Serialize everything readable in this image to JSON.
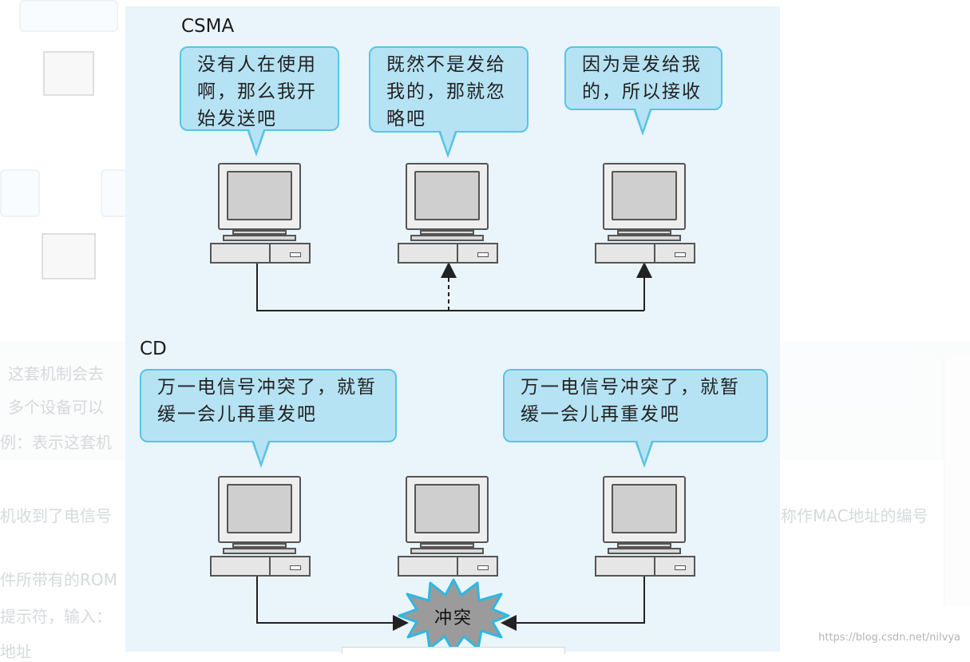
{
  "background_page": {
    "fragments": [
      "这套机制会去",
      "多个设备可以",
      "例：表示这套机",
      "机收到了电信号",
      "称作MAC地址的编号",
      "件所带有的ROM",
      "提示符，输入：",
      "地址"
    ]
  },
  "diagram": {
    "csma": {
      "title": "CSMA",
      "bubbles": [
        "没有人在使用啊，那么我开始发送吧",
        "既然不是发给我的，那就忽略吧",
        "因为是发给我的，所以接收"
      ]
    },
    "cd": {
      "title": "CD",
      "bubbles": [
        "万一电信号冲突了，就暂缓一会儿再重发吧",
        "万一电信号冲突了，就暂缓一会儿再重发吧"
      ],
      "collision_label": "冲突"
    },
    "colors": {
      "figure_bg": "#e9f5fb",
      "bubble_fill": "#b6e3f4",
      "bubble_border": "#58c3e6",
      "collision_fill": "#9b9b9b",
      "collision_border": "#2fb8e0"
    }
  },
  "watermark": "https://blog.csdn.net/nilvya"
}
